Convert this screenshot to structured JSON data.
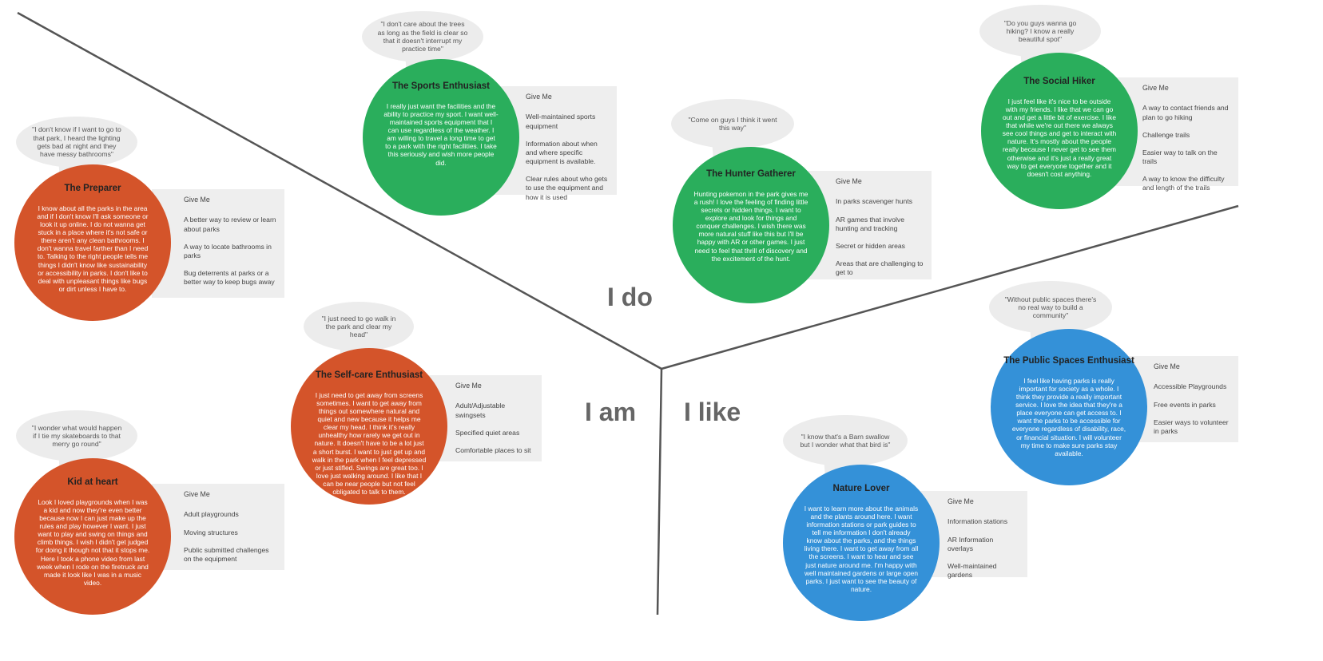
{
  "regions": {
    "do": "I do",
    "am": "I am",
    "like": "I like"
  },
  "colors": {
    "orange": "#d4542a",
    "green": "#2aae5c",
    "blue": "#3491d8",
    "divider": "#555555",
    "panel": "#eeeeee"
  },
  "personas": [
    {
      "id": "preparer",
      "title": "The Preparer",
      "quote": "\"I don't know if I want to go to that park, I heard the lighting gets bad at night and they have messy bathrooms\"",
      "description": "I know about all the parks in the area and if I don't know I'll ask someone or look it up online. I do not wanna get stuck in a place where it's not safe or there aren't any clean bathrooms. I don't wanna travel farther than I need to. Talking to the right people tells me things I didn't know like sustainability or accessibility in parks. I don't like to deal with unpleasant things like bugs or dirt unless I have to.",
      "give_me_label": "Give Me",
      "give_me": [
        "A better way to review or learn about parks",
        "A way to locate bathrooms in parks",
        "Bug deterrents at parks or a better way to keep bugs away"
      ]
    },
    {
      "id": "kid",
      "title": "Kid at heart",
      "quote": "\"I wonder what would happen if I tie my skateboards to that merry go round\"",
      "description": "Look I loved playgrounds when I was a kid and now they're even better because now I can just make up the rules and play however I want. I just want to play and swing on things and climb things. I wish I didn't get judged for doing it though not that it stops me. Here I took a phone video from last week when I rode on the firetruck and made it look like I was in a music video.",
      "give_me_label": "Give Me",
      "give_me": [
        "Adult playgrounds",
        "Moving structures",
        "Public submitted challenges on the equipment"
      ]
    },
    {
      "id": "sports",
      "title": "The Sports Enthusiast",
      "quote": "\"I don't care about the trees as long as the field is clear so that it doesn't interrupt my practice time\"",
      "description": "I really just want the facilities and the ability to practice my sport. I want well-maintained sports equipment that I can use regardless of the weather. I am willing to travel a long time to get to a park with the right facilities. I take this seriously and wish more people did.",
      "give_me_label": "Give Me",
      "give_me": [
        "Well-maintained sports equipment",
        "Information about when and where specific equipment is available.",
        "Clear rules about who gets to use the equipment and how it is used"
      ]
    },
    {
      "id": "selfcare",
      "title": "The Self-care Enthusiast",
      "quote": "\"I just need to go walk in the park and clear my head\"",
      "description": "I just need to get away from screens sometimes. I want to get away from things out somewhere natural and quiet and new because it helps me clear my head. I think it's really unhealthy how rarely we get out in nature. It doesn't have to be a lot just a short burst. I want to just get up and walk in the park when I feel depressed or just stifled. Swings are great too. I love just walking around. I like that I can be near people but not feel obligated to talk to them.",
      "give_me_label": "Give Me",
      "give_me": [
        "Adult/Adjustable swingsets",
        "Specified quiet areas",
        "Comfortable places to sit"
      ]
    },
    {
      "id": "hunter",
      "title": "The Hunter Gatherer",
      "quote": "\"Come on guys I think it went this way\"",
      "description": "Hunting pokemon in the park gives me a rush! I love the feeling of finding little secrets or hidden things. I want to explore and look for things and conquer challenges. I wish there was more natural stuff like this but I'll be happy with AR or other games. I just need to feel that thrill of discovery and the excitement of the hunt.",
      "give_me_label": "Give Me",
      "give_me": [
        "In parks scavenger hunts",
        "AR games that involve hunting and tracking",
        "Secret or hidden areas",
        "Areas that are challenging to get to"
      ]
    },
    {
      "id": "hiker",
      "title": "The Social Hiker",
      "quote": "\"Do you guys wanna go hiking? I know a really beautiful spot\"",
      "description": "I just feel like it's nice to be outside with my friends. I like that we can go out and get a little bit of exercise. I like that while we're out there we always see cool things and get to interact with nature. It's mostly about the people really because I never get to see them otherwise and it's just a really great way to get everyone together and it doesn't cost anything.",
      "give_me_label": "Give Me",
      "give_me": [
        "A way to contact friends and plan to go hiking",
        "Challenge trails",
        "Easier way to talk on the trails",
        "A way to know the difficulty and length of the trails"
      ]
    },
    {
      "id": "public",
      "title": "The Public Spaces Enthusiast",
      "quote": "\"Without public spaces there's no real way to build a community\"",
      "description": "I feel like having parks is really important for society as a whole. I think they provide a really important service. I love the idea that they're a place everyone can get access to. I want the parks to be accessible for everyone regardless of disability, race, or financial situation. I will volunteer my time to make sure parks stay available.",
      "give_me_label": "Give Me",
      "give_me": [
        "Accessible Playgrounds",
        "Free events in parks",
        "Easier ways to volunteer in parks"
      ]
    },
    {
      "id": "nature",
      "title": "Nature Lover",
      "quote": "\"I know that's a Barn swallow but I wonder what that bird is\"",
      "description": "I want to learn more about the animals and the plants around here. I want information stations or park guides to tell me information I don't already know about the parks, and the things living there. I want to get away from all the screens. I want to hear and see just nature around me. I'm happy with well maintained gardens or large open parks. I just want to see the beauty of nature.",
      "give_me_label": "Give Me",
      "give_me": [
        "Information stations",
        "AR Information overlays",
        "Well-maintained gardens"
      ]
    }
  ]
}
